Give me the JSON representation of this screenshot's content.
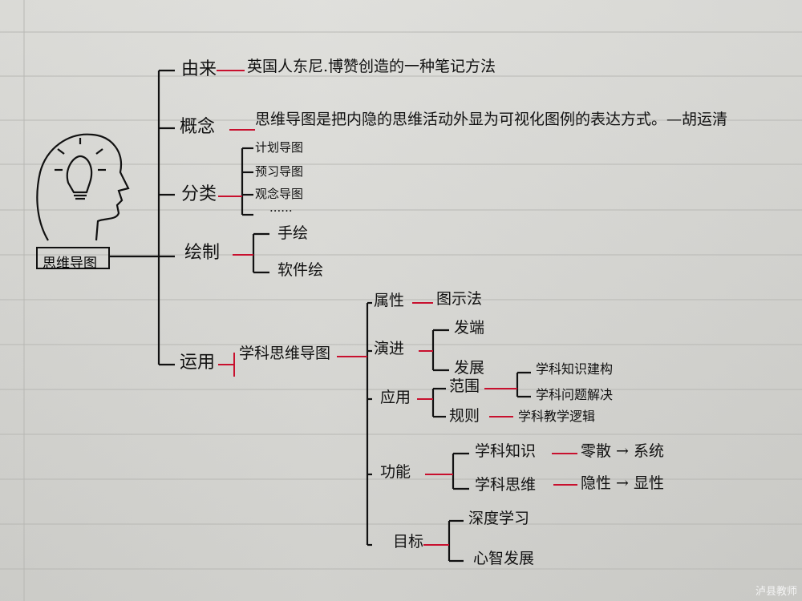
{
  "root": "思维导图",
  "branches": {
    "origin": {
      "label": "由来",
      "text": "英国人东尼.博赞创造的一种笔记方法"
    },
    "concept": {
      "label": "概念",
      "text": "思维导图是把内隐的思维活动外显为可视化图例的表达方式。—胡运清"
    },
    "classification": {
      "label": "分类",
      "items": [
        "计划导图",
        "预习导图",
        "观念导图",
        "······"
      ]
    },
    "drawing": {
      "label": "绘制",
      "items": [
        "手绘",
        "软件绘"
      ]
    },
    "application": {
      "label": "运用",
      "subject": "学科思维导图",
      "attribute": {
        "label": "属性",
        "value": "图示法"
      },
      "evolution": {
        "label": "演进",
        "items": [
          "发端",
          "发展"
        ]
      },
      "usage": {
        "label": "应用",
        "scope": {
          "label": "范围",
          "items": [
            "学科知识建构",
            "学科问题解决"
          ]
        },
        "rule": {
          "label": "规则",
          "value": "学科教学逻辑"
        }
      },
      "function": {
        "label": "功能",
        "items": [
          {
            "name": "学科知识",
            "change": "零散 → 系统"
          },
          {
            "name": "学科思维",
            "change": "隐性 → 显性"
          }
        ]
      },
      "goal": {
        "label": "目标",
        "items": [
          "深度学习",
          "心智发展"
        ]
      }
    }
  },
  "watermark": "泸县教师",
  "colors": {
    "ink": "#111111",
    "red": "#c8102e",
    "paper": "#d6d6d2"
  }
}
